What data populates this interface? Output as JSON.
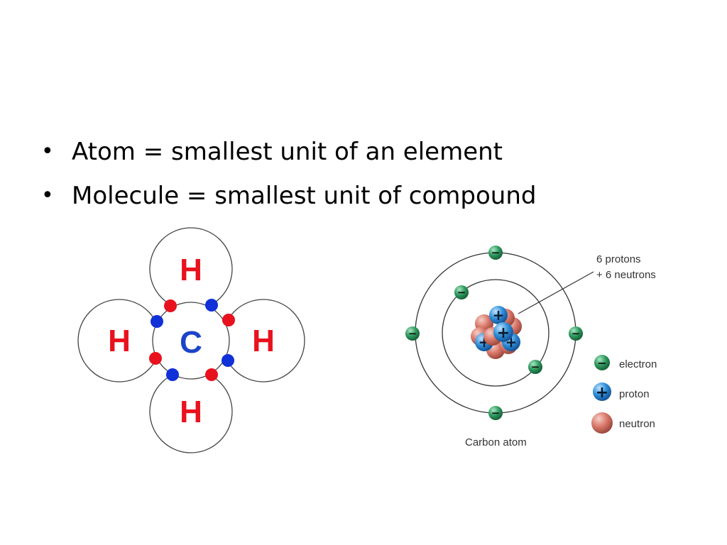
{
  "bullets": [
    {
      "text": "Atom = smallest unit of an element"
    },
    {
      "text": "Molecule = smallest unit of compound"
    }
  ],
  "methane_diagram": {
    "atoms": {
      "top": "H",
      "left": "H",
      "center": "C",
      "right": "H",
      "bottom": "H"
    },
    "colors": {
      "hydrogen_label": "#e8121e",
      "carbon_label": "#1d43c9",
      "electron_red": "#e8121e",
      "electron_blue": "#1030d8"
    }
  },
  "carbon_atom_diagram": {
    "caption": "Carbon atom",
    "nucleus_note_line1": "6 protons",
    "nucleus_note_line2": "+ 6 neutrons",
    "legend": [
      {
        "label": "electron",
        "icon": "electron-icon",
        "symbol": "−",
        "color": "#2e9a5e"
      },
      {
        "label": "proton",
        "icon": "proton-icon",
        "symbol": "+",
        "color": "#2f8fd8"
      },
      {
        "label": "neutron",
        "icon": "neutron-icon",
        "symbol": "",
        "color": "#d9786a"
      }
    ],
    "electron_symbol": "−",
    "proton_symbol": "+"
  }
}
